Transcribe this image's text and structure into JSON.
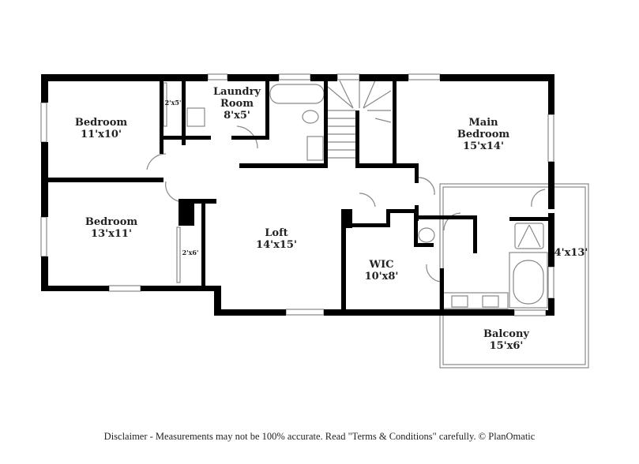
{
  "floorplan": {
    "rooms": [
      {
        "id": "bedroom-1",
        "name": "Bedroom",
        "size": "11'x10'"
      },
      {
        "id": "laundry",
        "name": "Laundry Room",
        "name_line1": "Laundry",
        "name_line2": "Room",
        "size": "8'x5'"
      },
      {
        "id": "main-bedroom",
        "name": "Main Bedroom",
        "name_line1": "Main",
        "name_line2": "Bedroom",
        "size": "15'x14'"
      },
      {
        "id": "bedroom-2",
        "name": "Bedroom",
        "size": "13'x11'"
      },
      {
        "id": "loft",
        "name": "Loft",
        "size": "14'x15'"
      },
      {
        "id": "wic",
        "name": "WIC",
        "size": "10'x8'"
      },
      {
        "id": "main-bath",
        "name": "",
        "size": "4'x13'"
      },
      {
        "id": "balcony",
        "name": "Balcony",
        "size": "15'x6'"
      }
    ],
    "closets": [
      {
        "id": "closet-1",
        "size": "2'x5'"
      },
      {
        "id": "closet-2",
        "size": "2'x6'"
      }
    ],
    "colors": {
      "wall": "#000000",
      "fixture": "#777777",
      "background": "#ffffff"
    }
  },
  "footer": {
    "disclaimer": "Disclaimer - Measurements may not be 100% accurate. Read \"Terms & Conditions\" carefully. © PlanOmatic"
  }
}
